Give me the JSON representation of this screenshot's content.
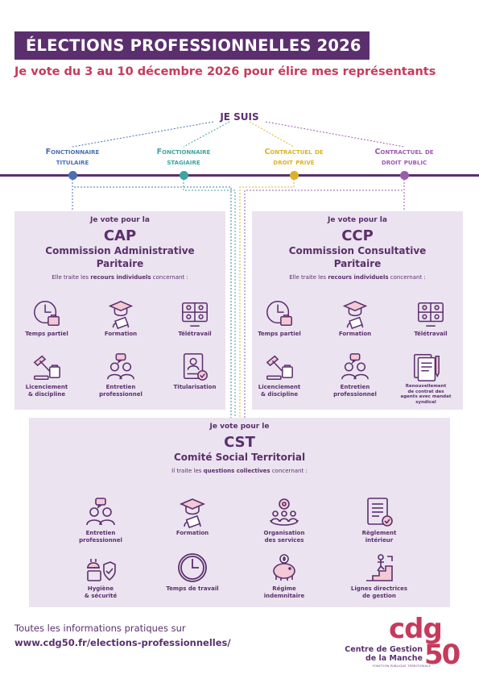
{
  "header": {
    "title": "ÉLECTIONS PROFESSIONNELLES 2026",
    "subtitle": "Je vote du 3 au 10 décembre 2026 pour élire mes représentants"
  },
  "je_suis": "JE SUIS",
  "statuses": [
    {
      "line1": "Fonctionnaire",
      "line2": "titulaire",
      "color": "#4a6fb5"
    },
    {
      "line1": "Fonctionnaire",
      "line2": "stagiaire",
      "color": "#3ea4a0"
    },
    {
      "line1": "Contractuel de",
      "line2": "droit privé",
      "color": "#d9b22b"
    },
    {
      "line1": "Contractuel de",
      "line2": "droit public",
      "color": "#9b5bb0"
    }
  ],
  "cap": {
    "vote_for": "Je vote pour la",
    "acronym": "CAP",
    "full_line1": "Commission Administrative",
    "full_line2": "Paritaire",
    "treats_pre": "Elle traite les ",
    "treats_bold": "recours individuels",
    "treats_post": " concernant :",
    "items": [
      "Temps partiel",
      "Formation",
      "Télétravail",
      "Licenciement\n& discipline",
      "Entretien\nprofessionnel",
      "Titularisation"
    ]
  },
  "ccp": {
    "vote_for": "Je vote pour la",
    "acronym": "CCP",
    "full_line1": "Commission Consultative",
    "full_line2": "Paritaire",
    "treats_pre": "Elle traite les ",
    "treats_bold": "recours individuels",
    "treats_post": " concernant :",
    "items": [
      "Temps partiel",
      "Formation",
      "Télétravail",
      "Licenciement\n& discipline",
      "Entretien\nprofessionnel",
      "Renouvellement\nde contrat des\nagents avec mandat\nsyndical"
    ]
  },
  "cst": {
    "vote_for": "Je vote pour le",
    "acronym": "CST",
    "full_line1": "Comité Social Territorial",
    "treats_pre": "Il traite les ",
    "treats_bold": "questions collectives",
    "treats_post": " concernant :",
    "items": [
      "Entretien\nprofessionnel",
      "Formation",
      "Organisation\ndes services",
      "Règlement\nintérieur",
      "Hygiène\n& sécurité",
      "Temps de travail",
      "Régime\nindemnitaire",
      "Lignes directrices\nde gestion"
    ]
  },
  "footer": {
    "line1": "Toutes les informations pratiques sur",
    "url": "www.cdg50.fr/elections-professionnelles/"
  },
  "logo": {
    "mark": "cdg",
    "number": "50",
    "name_line1": "Centre de Gestion",
    "name_line2": "de la Manche",
    "tagline": "FONCTION PUBLIQUE TERRITORIALE",
    "color_purple": "#5b2f6e",
    "color_red": "#c63a5c"
  }
}
